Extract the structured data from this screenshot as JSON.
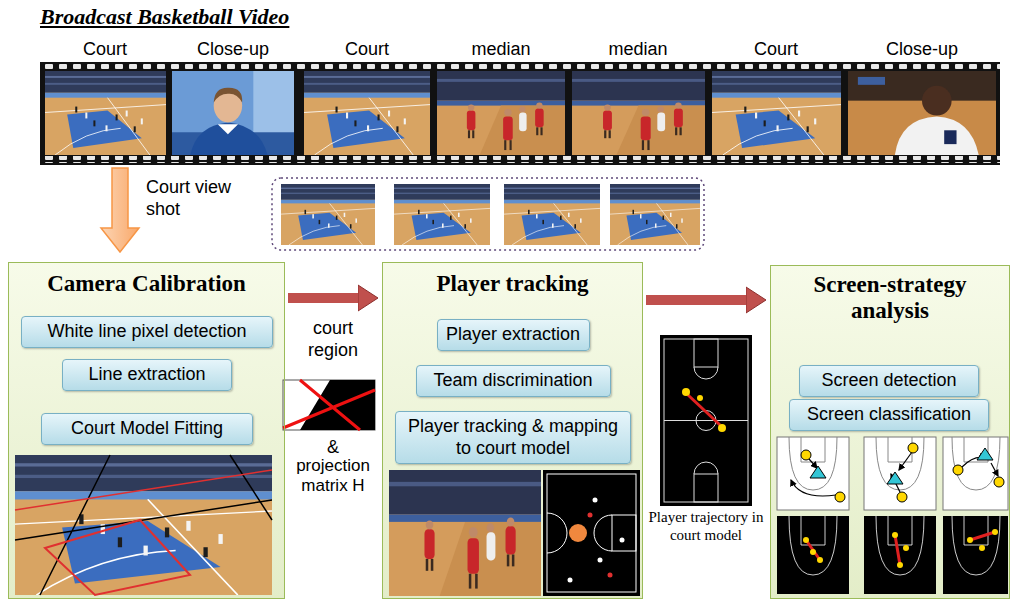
{
  "diagram": {
    "title": "Broadcast Basketball Video",
    "nodes": [
      {
        "text": [
          "Camera Calibration"
        ]
      },
      {
        "text": [
          "White line pixel detection"
        ],
        "in": 0
      },
      {
        "text": [
          "Line extraction"
        ],
        "in": 0
      },
      {
        "text": [
          "Court Model Fitting"
        ],
        "in": 0
      },
      {
        "text": [
          "Player tracking"
        ]
      },
      {
        "text": [
          "Player extraction"
        ],
        "in": 4
      },
      {
        "text": [
          "Team discrimination"
        ],
        "in": 4
      },
      {
        "text": [
          "Player tracking & mapping to court model"
        ],
        "in": 4
      },
      {
        "text": [
          "Screen-strategy analysis"
        ]
      },
      {
        "text": [
          "Screen detection"
        ],
        "in": 8
      },
      {
        "text": [
          "Screen classification"
        ],
        "in": 8
      }
    ],
    "edges": [
      {
        "from": 0,
        "to": 4,
        "arrow": "to"
      },
      {
        "from": 4,
        "to": 8,
        "arrow": "to"
      }
    ],
    "labels": [
      "Court",
      "Close-up",
      "Court",
      "median",
      "median",
      "Court",
      "Close-up",
      "Court view shot",
      "court region",
      "&",
      "projection matrix H",
      "Player trajectory in court model"
    ]
  }
}
